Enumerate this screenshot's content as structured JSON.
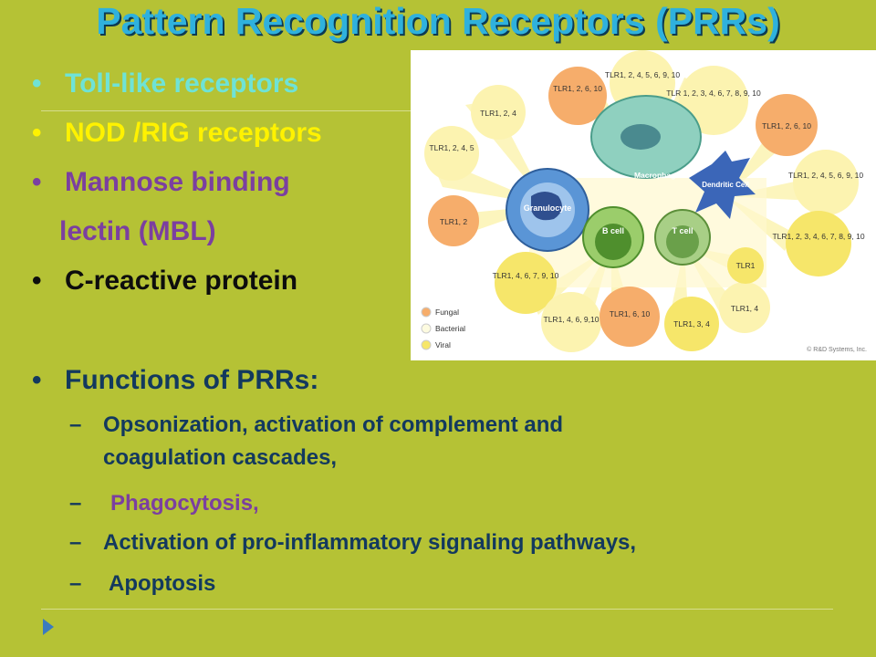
{
  "slide": {
    "title": "Pattern Recognition Receptors (PRRs)",
    "bullets": [
      {
        "text": "Toll-like receptors",
        "color": "#6fe3d6"
      },
      {
        "text": "NOD /RIG receptors",
        "color": "#fff200"
      },
      {
        "text": "Mannose binding",
        "color": "#7b3fa0"
      },
      {
        "text": "lectin (MBL)",
        "color": "#7b3fa0"
      },
      {
        "text": "C-reactive protein",
        "color": "#0d0d0d"
      },
      {
        "text": "Functions of PRRs:",
        "color": "#13395e"
      }
    ],
    "functions": [
      {
        "line1": "Opsonization, activation of complement and",
        "line2": "coagulation cascades,",
        "color": "#13395e"
      },
      {
        "line1": "Phagocytosis,",
        "color": "#7b3fa0"
      },
      {
        "line1": "Activation of pro-inflammatory signaling pathways,",
        "color": "#13395e"
      },
      {
        "line1": "Apoptosis",
        "color": "#13395e"
      }
    ],
    "bullet_glyph": "•",
    "dash_glyph": "–"
  },
  "diagram": {
    "cells": [
      "Granulocyte",
      "Macrophage",
      "Dendritic Cell",
      "B cell",
      "T cell"
    ],
    "legend": [
      {
        "label": "Fungal",
        "color": "#f6ad6b"
      },
      {
        "label": "Bacterial",
        "color": "#fdfbe0"
      },
      {
        "label": "Viral",
        "color": "#f6e66a"
      }
    ],
    "credit": "© R&D Systems, Inc.",
    "receptors": {
      "granulocyte": [
        "TLR1, 2, 4",
        "TLR1, 2, 4, 5",
        "TLR1, 2"
      ],
      "macrophage": [
        "TLR1, 2, 6, 10",
        "TLR1, 2, 4, 5, 6, 9, 10",
        "TLR 1, 2, 3, 4, 6, 7, 8, 9, 10"
      ],
      "dendritic": [
        "TLR1, 2, 6, 10",
        "TLR1, 2, 4, 5, 6, 9, 10",
        "TLR1, 2, 3, 4, 6, 7, 8, 9, 10"
      ],
      "b_cell": [
        "TLR1, 4, 6, 7, 9, 10",
        "TLR1, 4, 6, 9,10",
        "TLR1, 6, 10"
      ],
      "t_cell": [
        "TLR1, 3, 4",
        "TLR1, 4",
        "TLR1"
      ]
    }
  }
}
